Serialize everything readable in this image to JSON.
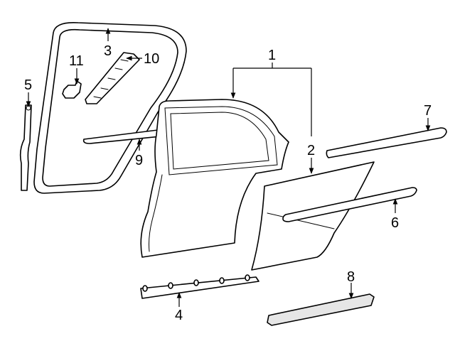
{
  "diagram": {
    "callouts": [
      {
        "id": "1",
        "label": "1"
      },
      {
        "id": "2",
        "label": "2"
      },
      {
        "id": "3",
        "label": "3"
      },
      {
        "id": "4",
        "label": "4"
      },
      {
        "id": "5",
        "label": "5"
      },
      {
        "id": "6",
        "label": "6"
      },
      {
        "id": "7",
        "label": "7"
      },
      {
        "id": "8",
        "label": "8"
      },
      {
        "id": "9",
        "label": "9"
      },
      {
        "id": "10",
        "label": "10"
      },
      {
        "id": "11",
        "label": "11"
      }
    ]
  },
  "colors": {
    "line": "#000000",
    "fill": "#ffffff",
    "shade": "#e6e6e6",
    "background": "#ffffff"
  }
}
